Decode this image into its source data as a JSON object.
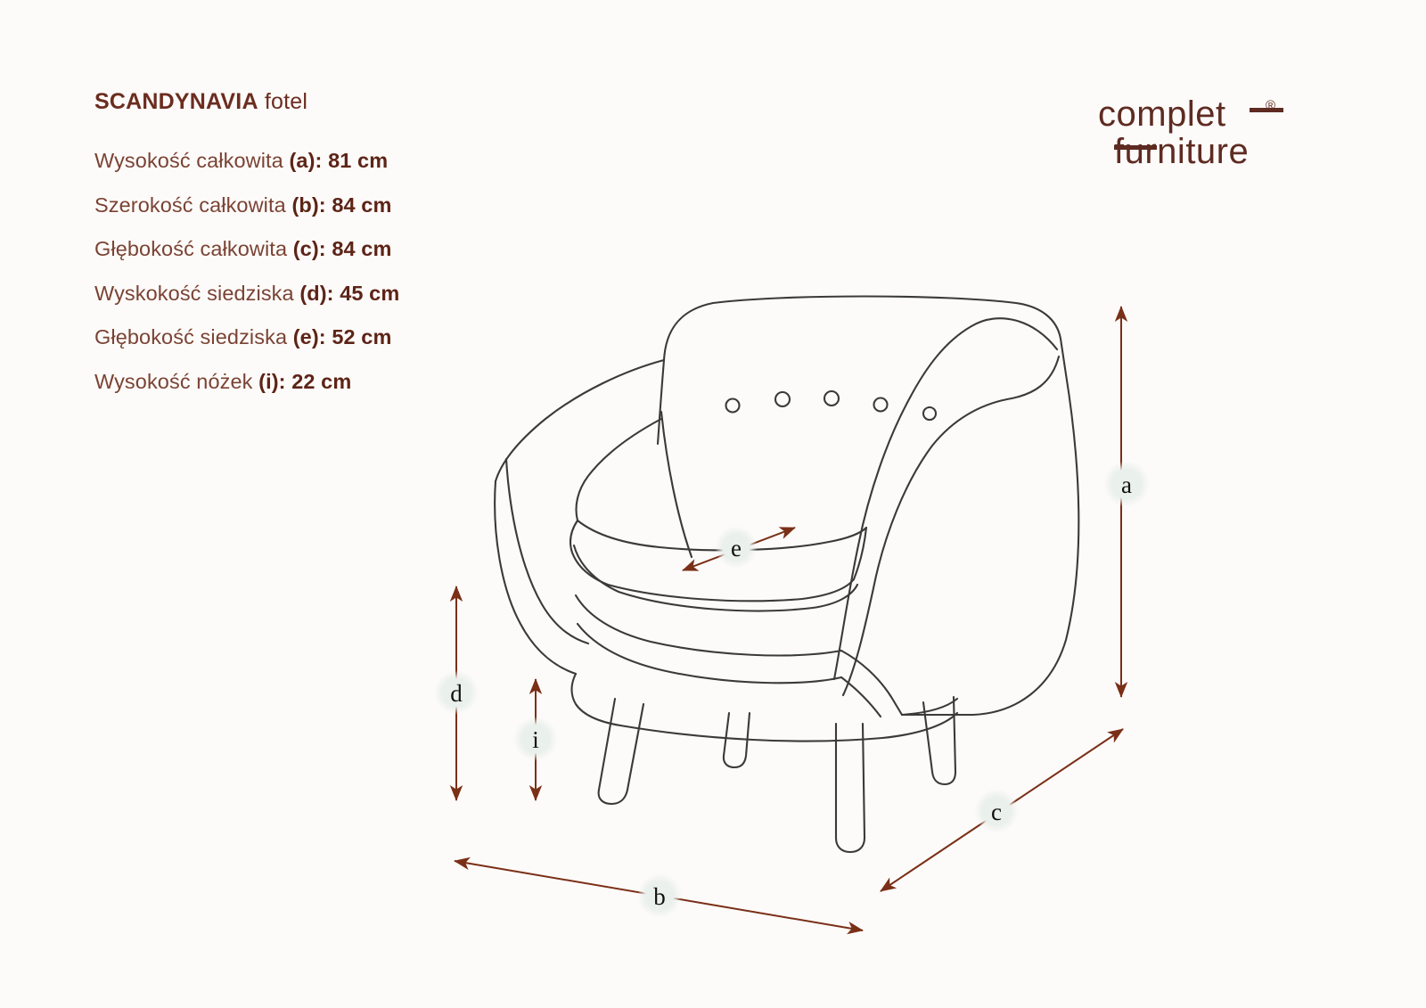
{
  "page": {
    "background_color": "#fdfbf9",
    "title_name": "SCANDYNAVIA",
    "title_sub": "fotel"
  },
  "colors": {
    "heading": "#6b2d20",
    "spec_label": "#7a4334",
    "spec_value": "#5d2417",
    "logo": "#5e2b22",
    "outline": "#3a3a3a",
    "dimension_arrow": "#7a2f17",
    "badge_fill": "#eaf0ec"
  },
  "specs": [
    {
      "label": "Wysokość całkowita",
      "key": "(a):",
      "value": "81 cm"
    },
    {
      "label": "Szerokość całkowita",
      "key": "(b):",
      "value": "84 cm"
    },
    {
      "label": "Głębokość całkowita",
      "key": "(c):",
      "value": "84 cm"
    },
    {
      "label": "Wyskokość siedziska",
      "key": "(d):",
      "value": "45 cm"
    },
    {
      "label": "Głębokość siedziska",
      "key": "(e):",
      "value": "52 cm"
    },
    {
      "label": "Wysokość nóżek",
      "key": "(i):",
      "value": "22 cm"
    }
  ],
  "logo": {
    "line1": "complet",
    "line2": "furniture",
    "registered_mark": "®"
  },
  "dimension_markers": [
    {
      "id": "a",
      "label": "a",
      "meaning": "Wysokość całkowita",
      "value": "81 cm",
      "orientation": "vertical"
    },
    {
      "id": "b",
      "label": "b",
      "meaning": "Szerokość całkowita",
      "value": "84 cm",
      "orientation": "horizontal"
    },
    {
      "id": "c",
      "label": "c",
      "meaning": "Głębokość całkowita",
      "value": "84 cm",
      "orientation": "diagonal"
    },
    {
      "id": "d",
      "label": "d",
      "meaning": "Wyskokość siedziska",
      "value": "45 cm",
      "orientation": "vertical"
    },
    {
      "id": "e",
      "label": "e",
      "meaning": "Głębokość siedziska",
      "value": "52 cm",
      "orientation": "diagonal"
    },
    {
      "id": "i",
      "label": "i",
      "meaning": "Wysokość nóżek",
      "value": "22 cm",
      "orientation": "vertical"
    }
  ],
  "product_drawing": {
    "type": "armchair-line-drawing",
    "button_count": 5,
    "leg_count": 4
  }
}
